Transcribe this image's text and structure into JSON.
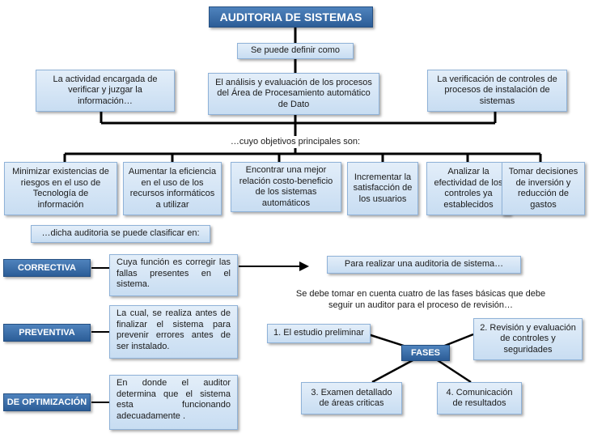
{
  "title": "AUDITORIA DE SISTEMAS",
  "define_label": "Se puede definir como",
  "definitions": [
    "La actividad encargada de verificar y juzgar la información…",
    "El análisis y evaluación de los procesos del Área de  Procesamiento automático de Dato",
    "La verificación de controles de procesos de instalación de sistemas"
  ],
  "objectives_label": "…cuyo objetivos  principales son:",
  "objectives": [
    "Minimizar existencias de riesgos en el uso de Tecnología de información",
    "Aumentar la eficiencia en el uso de los recursos informáticos a utilizar",
    "Encontrar una mejor relación costo-beneficio de los sistemas automáticos",
    "Incrementar la satisfacción de los usuarios",
    "Analizar la efectividad de los controles ya establecidos",
    "Tomar decisiones de inversión y reducción de gastos"
  ],
  "classify_label": "…dicha auditoria se puede clasificar en:",
  "types": [
    {
      "name": "CORRECTIVA",
      "desc": "Cuya función es corregir las fallas presentes en el sistema."
    },
    {
      "name": "PREVENTIVA",
      "desc": "La cual, se realiza antes de finalizar el sistema para prevenir errores antes de ser instalado."
    },
    {
      "name": "DE OPTIMIZACIÓN",
      "desc": "En donde el auditor determina que el sistema esta funcionando adecuadamente ."
    }
  ],
  "realize_label": "Para realizar una auditoria de sistema…",
  "phases_intro": "Se debe tomar en cuenta cuatro de las fases básicas  que debe seguir un auditor para el proceso de revisión…",
  "phases_center": "FASES",
  "phases": [
    "1. El estudio preliminar",
    "2. Revisión y evaluación de controles y seguridades",
    "3. Examen detallado de áreas criticas",
    "4. Comunicación de resultados"
  ]
}
